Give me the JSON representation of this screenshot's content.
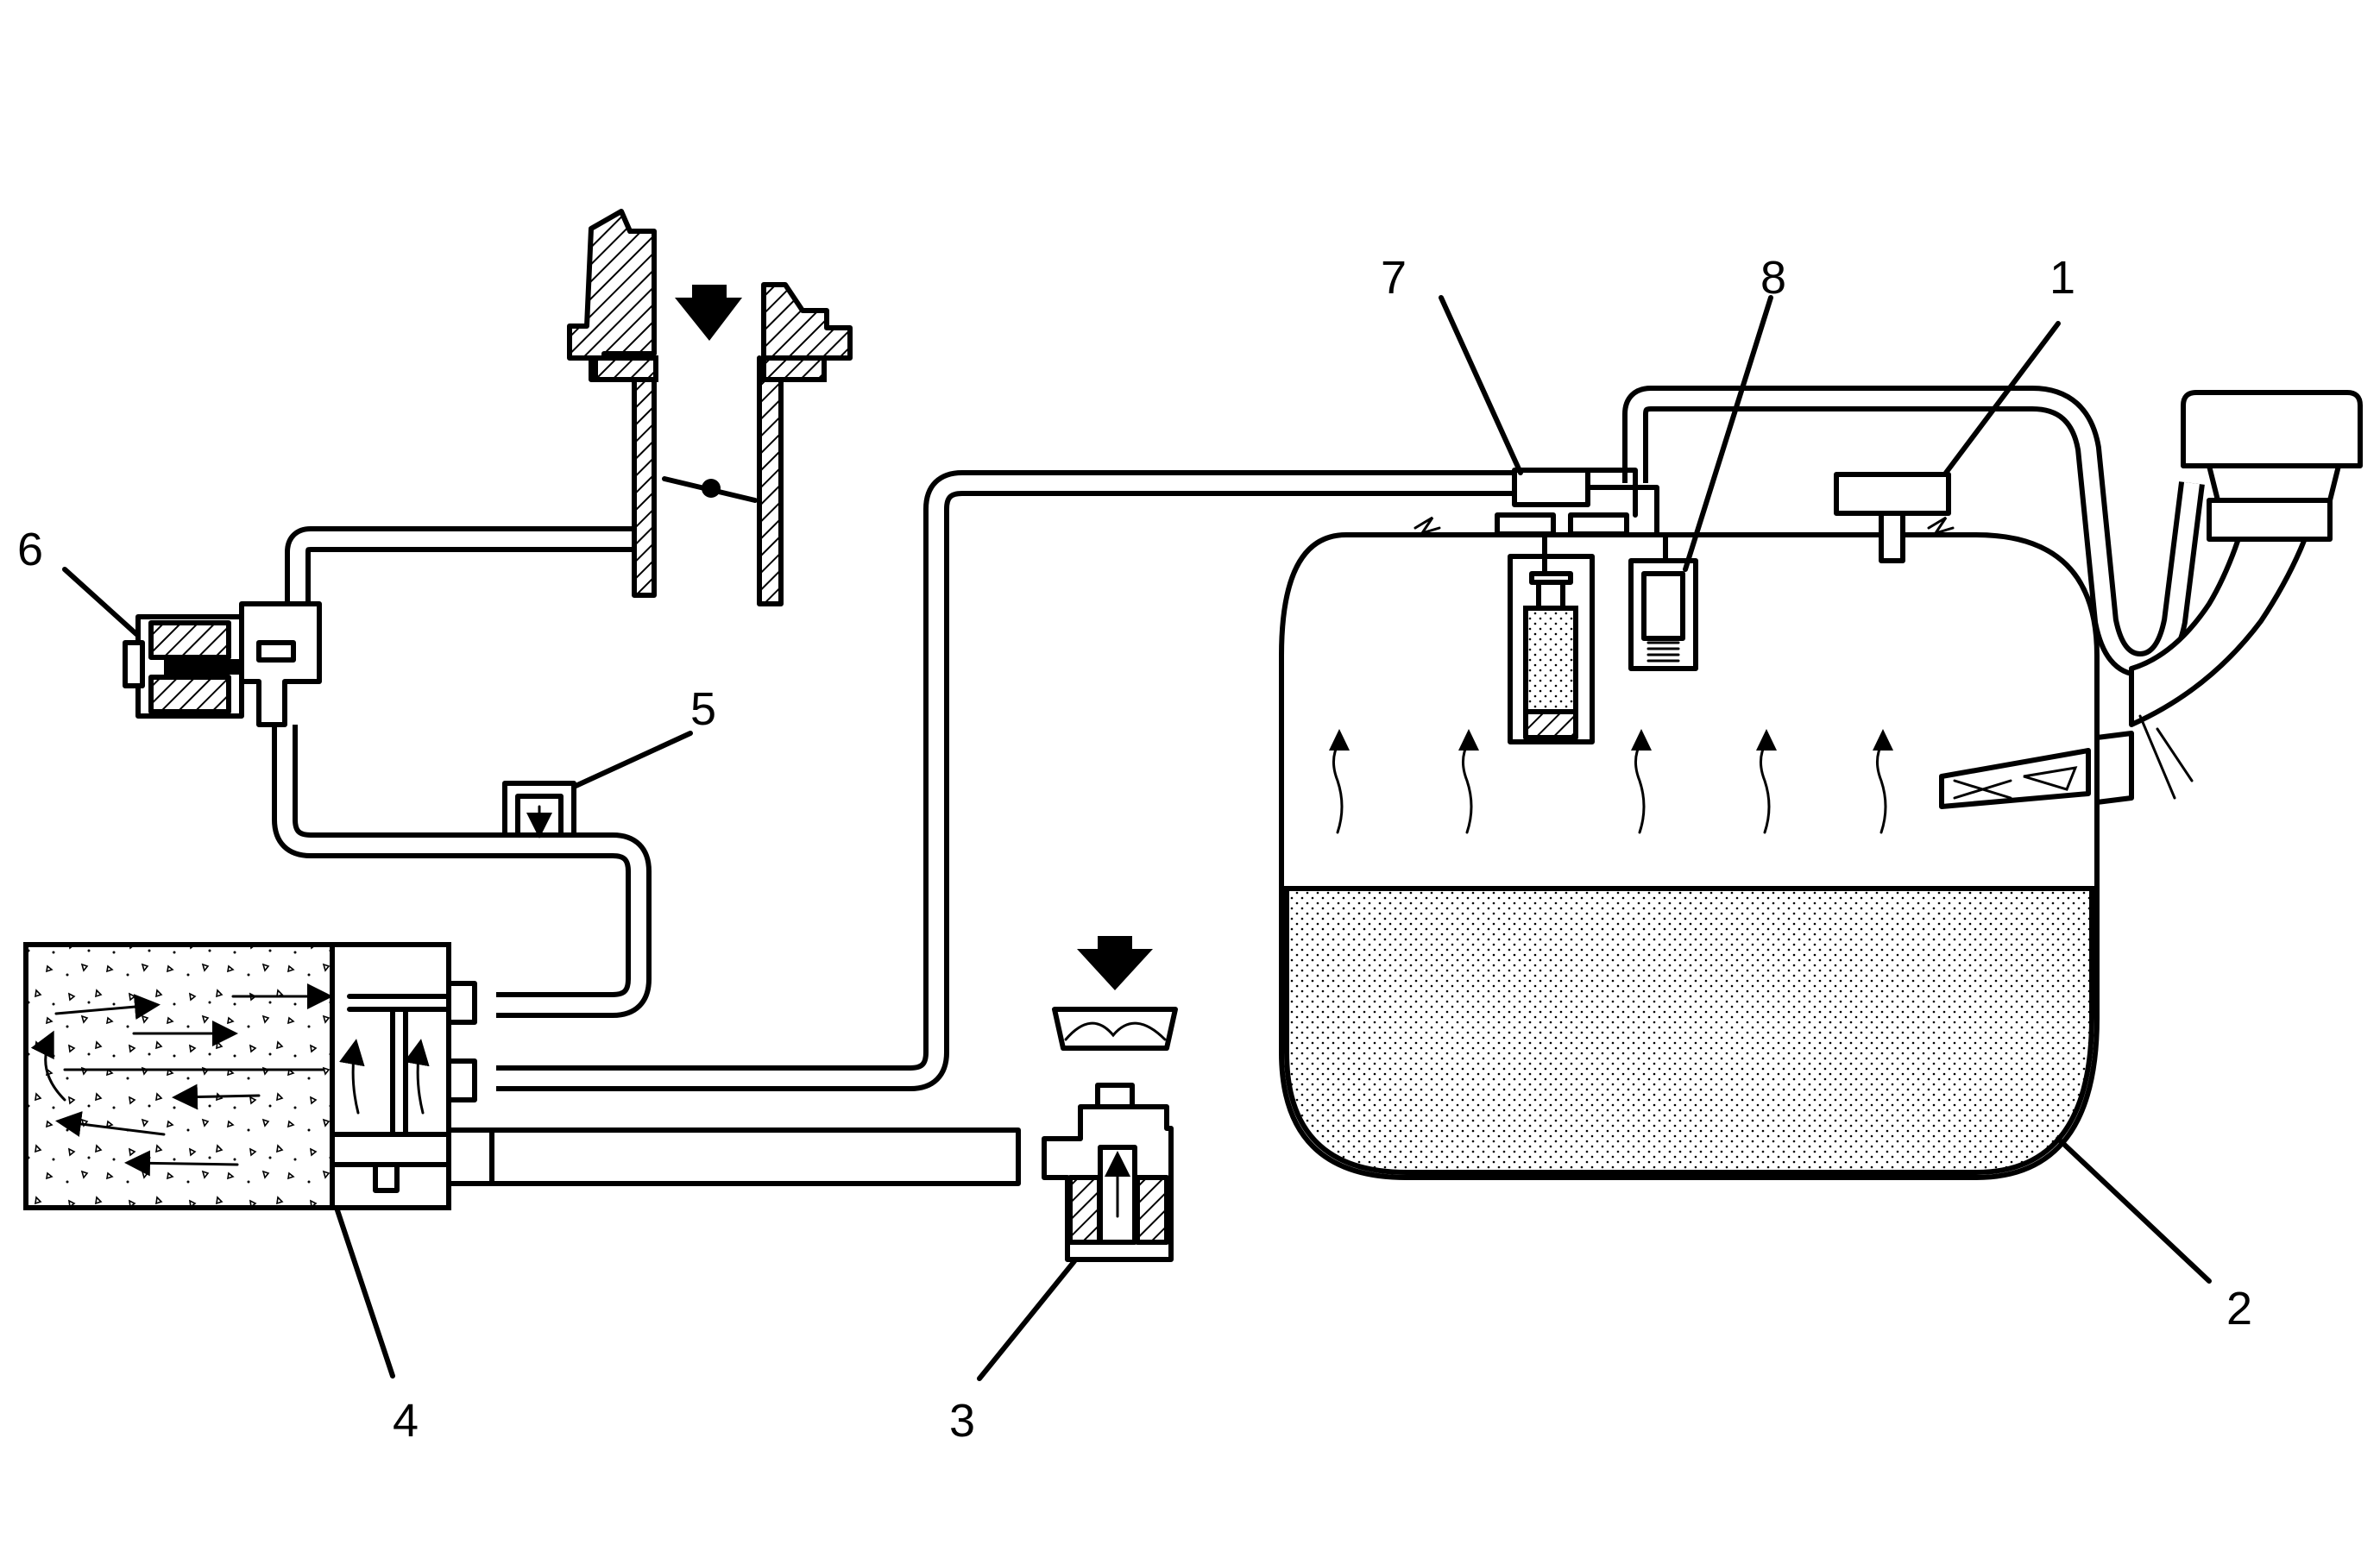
{
  "callouts": [
    {
      "id": "callout-1",
      "label": "1"
    },
    {
      "id": "callout-2",
      "label": "2"
    },
    {
      "id": "callout-3",
      "label": "3"
    },
    {
      "id": "callout-4",
      "label": "4"
    },
    {
      "id": "callout-5",
      "label": "5"
    },
    {
      "id": "callout-6",
      "label": "6"
    },
    {
      "id": "callout-7",
      "label": "7"
    },
    {
      "id": "callout-8",
      "label": "8"
    }
  ],
  "colors": {
    "line": "#000000",
    "background": "#ffffff"
  }
}
